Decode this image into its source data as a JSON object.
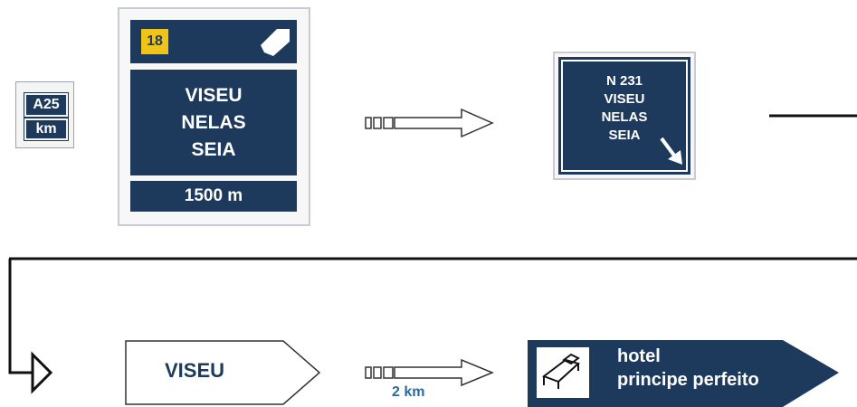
{
  "small_sign": {
    "road": "A25",
    "unit": "km"
  },
  "big_sign": {
    "exit_number": "18",
    "destinations": [
      "VISEU",
      "NELAS",
      "SEIA"
    ],
    "distance": "1500 m"
  },
  "road_sign": {
    "road": "N 231",
    "destinations": [
      "VISEU",
      "NELAS",
      "SEIA"
    ]
  },
  "direction_sign": {
    "label": "VISEU"
  },
  "distance_arrow": {
    "label": "2 km"
  },
  "hotel_sign": {
    "line1": "hotel",
    "line2": "principe perfeito"
  },
  "colors": {
    "sign_blue": "#1d3a5c",
    "exit_yellow": "#f0c419",
    "km_blue": "#2a6aa3"
  },
  "icons": [
    "diverge-arrow-icon",
    "arrow-right-icon",
    "arrow-down-right-icon",
    "bed-icon"
  ]
}
